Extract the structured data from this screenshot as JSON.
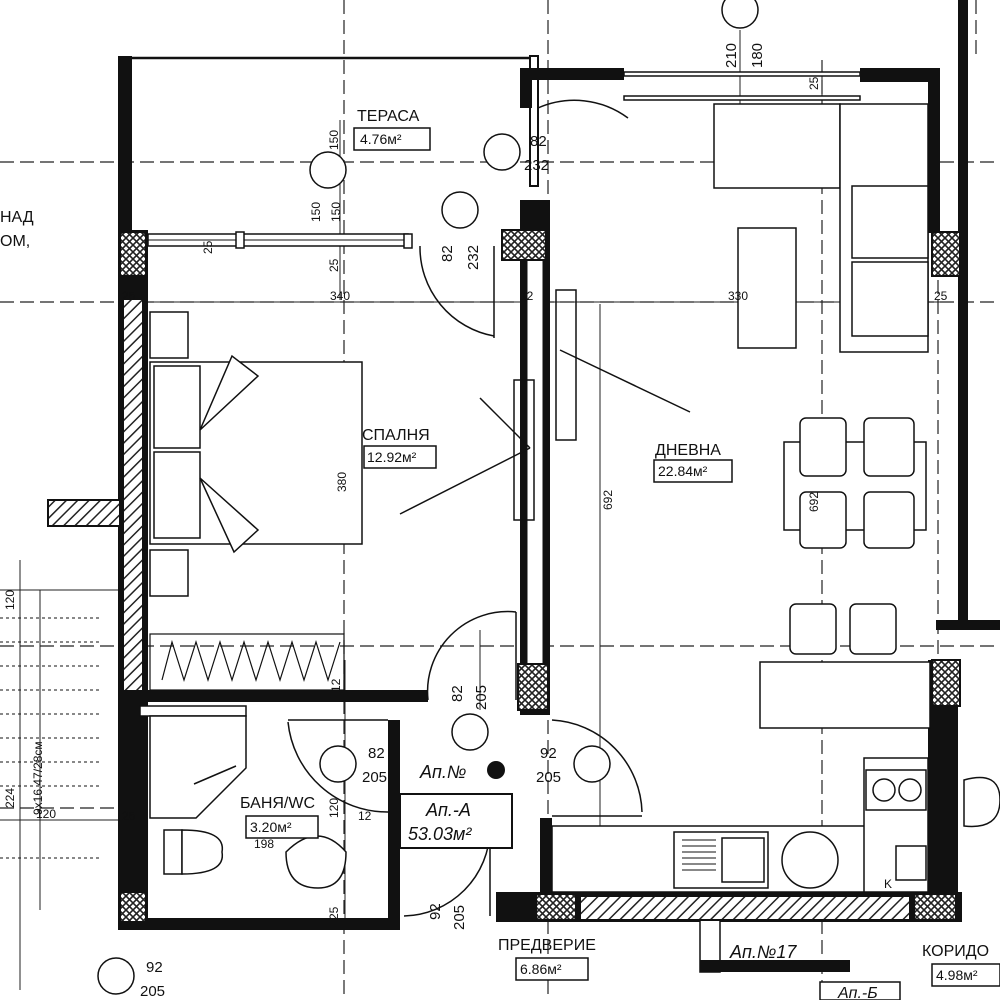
{
  "rooms": {
    "terrace": {
      "name": "ТЕРАСА",
      "area": "4.76м²"
    },
    "bedroom": {
      "name": "СПАЛНЯ",
      "area": "12.92м²"
    },
    "living": {
      "name": "ДНЕВНА",
      "area": "22.84м²"
    },
    "bathroom": {
      "name": "БАНЯ/WC",
      "area": "3.20м²"
    },
    "hall": {
      "name": "ПРЕДВЕРИЕ",
      "area": "6.86м²"
    },
    "corridor": {
      "name": "КОРИДО",
      "area": "4.98м²"
    }
  },
  "apartment": {
    "label": "Ап.-А",
    "area": "53.03м²",
    "number_label": "Ап.№",
    "next_label": "Ап.№17",
    "neighbor": "Ап.-Б"
  },
  "left_note": {
    "line1": "НАД",
    "line2": "ОМ,"
  },
  "stairs": {
    "label": "9x16.47/28см"
  },
  "dims": {
    "d210": "210",
    "d180": "180",
    "d25": "25",
    "d82": "82",
    "d232": "232",
    "d150": "150",
    "d340": "340",
    "d330": "330",
    "d12": "12",
    "d380": "380",
    "d692": "692",
    "d205": "205",
    "d92": "92",
    "d120": "120",
    "d224": "224",
    "d198": "198",
    "k": "K"
  }
}
